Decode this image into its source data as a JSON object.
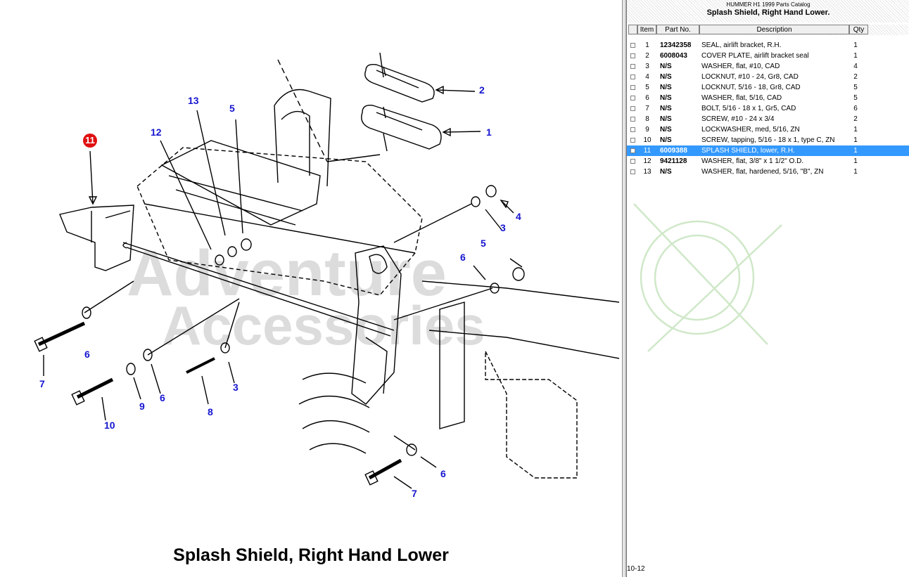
{
  "diagram": {
    "caption": "Splash Shield, Right Hand Lower",
    "callouts": [
      {
        "id": "c11",
        "label": "11",
        "highlight": true
      },
      {
        "id": "c12",
        "label": "12"
      },
      {
        "id": "c13",
        "label": "13"
      },
      {
        "id": "c5a",
        "label": "5"
      },
      {
        "id": "c2",
        "label": "2"
      },
      {
        "id": "c1",
        "label": "1"
      },
      {
        "id": "c4",
        "label": "4"
      },
      {
        "id": "c3a",
        "label": "3"
      },
      {
        "id": "c5b",
        "label": "5"
      },
      {
        "id": "c6a",
        "label": "6"
      },
      {
        "id": "c6b",
        "label": "6"
      },
      {
        "id": "c7a",
        "label": "7"
      },
      {
        "id": "c9",
        "label": "9"
      },
      {
        "id": "c6c",
        "label": "6"
      },
      {
        "id": "c10",
        "label": "10"
      },
      {
        "id": "c8",
        "label": "8"
      },
      {
        "id": "c3b",
        "label": "3"
      },
      {
        "id": "c6d",
        "label": "6"
      },
      {
        "id": "c7b",
        "label": "7"
      }
    ],
    "watermark_text": "Adventure Accessories"
  },
  "parts_pane": {
    "catalog_name": "HUMMER H1 1999 Parts Catalog",
    "page_title": "Splash Shield, Right Hand Lower.",
    "columns": {
      "item": "Item",
      "part_no": "Part No.",
      "description": "Description",
      "qty": "Qty"
    },
    "rows": [
      {
        "item": "1",
        "part_no": "12342358",
        "description": "SEAL, airlift bracket, R.H.",
        "qty": "1"
      },
      {
        "item": "2",
        "part_no": "6008043",
        "description": "COVER PLATE, airlift bracket seal",
        "qty": "1"
      },
      {
        "item": "3",
        "part_no": "N/S",
        "description": "WASHER, flat, #10, CAD",
        "qty": "4"
      },
      {
        "item": "4",
        "part_no": "N/S",
        "description": "LOCKNUT, #10 - 24, Gr8, CAD",
        "qty": "2"
      },
      {
        "item": "5",
        "part_no": "N/S",
        "description": "LOCKNUT, 5/16 - 18, Gr8, CAD",
        "qty": "5"
      },
      {
        "item": "6",
        "part_no": "N/S",
        "description": "WASHER, flat, 5/16, CAD",
        "qty": "5"
      },
      {
        "item": "7",
        "part_no": "N/S",
        "description": "BOLT, 5/16 - 18 x 1, Gr5, CAD",
        "qty": "6"
      },
      {
        "item": "8",
        "part_no": "N/S",
        "description": "SCREW, #10 - 24 x 3/4",
        "qty": "2"
      },
      {
        "item": "9",
        "part_no": "N/S",
        "description": "LOCKWASHER, med, 5/16, ZN",
        "qty": "1"
      },
      {
        "item": "10",
        "part_no": "N/S",
        "description": "SCREW, tapping, 5/16 - 18 x 1, type C,  ZN",
        "qty": "1"
      },
      {
        "item": "11",
        "part_no": "6009388",
        "description": "SPLASH SHIELD, lower, R.H.",
        "qty": "1",
        "selected": true
      },
      {
        "item": "12",
        "part_no": "9421128",
        "description": "WASHER, flat, 3/8\" x 1 1/2\" O.D.",
        "qty": "1"
      },
      {
        "item": "13",
        "part_no": "N/S",
        "description": "WASHER, flat, hardened, 5/16, \"B\", ZN",
        "qty": "1"
      }
    ],
    "page_number": "10-12"
  },
  "colors": {
    "callout_blue": "#1515d0",
    "highlight_red": "#e01010",
    "selection_blue": "#3399ff"
  }
}
